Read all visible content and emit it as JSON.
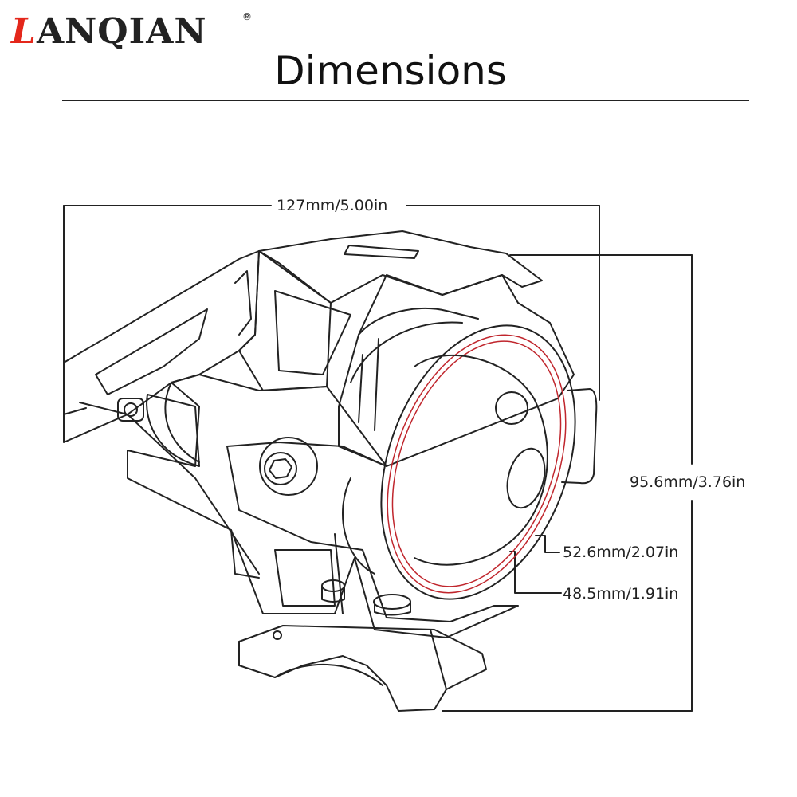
{
  "brand": {
    "logo_text": "LANQIAN",
    "logo_first": "L",
    "logo_rest": "ANQIAN",
    "registered_mark": "®",
    "logo_color": "#e4271b"
  },
  "header": {
    "title": "Dimensions"
  },
  "dimensions": {
    "width": "127mm/5.00in",
    "height": "95.6mm/3.76in",
    "outer_ring_diameter": "52.6mm/2.07in",
    "inner_ring_diameter": "48.5mm/1.91in"
  },
  "colors": {
    "line": "#222222",
    "ring_accent": "#c0262d",
    "background": "#ffffff"
  },
  "icons": {
    "product": "motorcycle-led-spotlight-outline",
    "bolt": "hex-socket-bolt-icon"
  }
}
